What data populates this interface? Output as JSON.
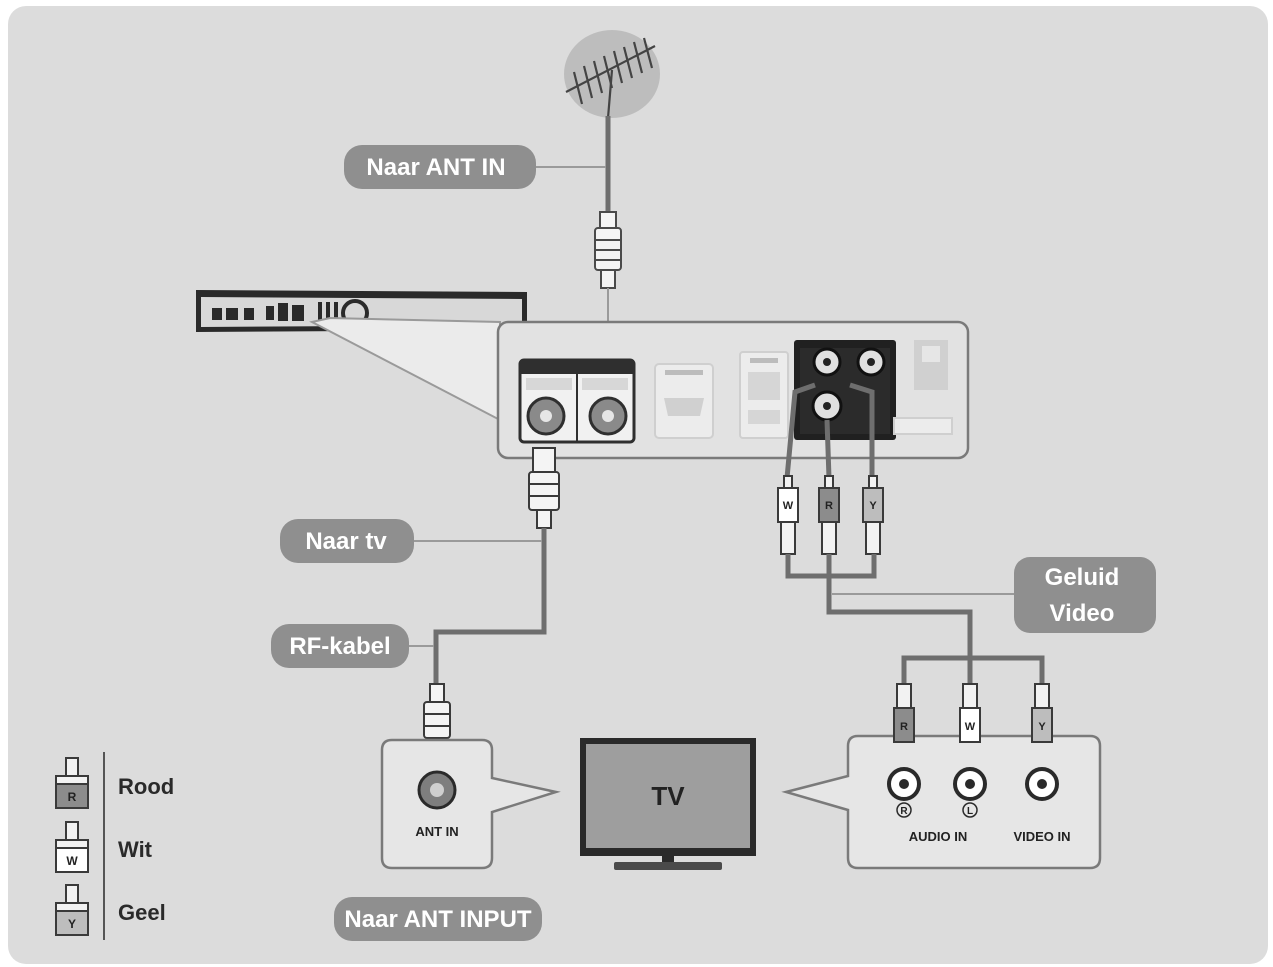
{
  "labels": {
    "ant_in": "Naar ANT IN",
    "to_tv": "Naar tv",
    "rf_cable": "RF-kabel",
    "sound_video_1": "Geluid",
    "sound_video_2": "Video",
    "ant_input": "Naar ANT INPUT"
  },
  "tv": {
    "screen_label": "TV",
    "ant_in_label": "ANT IN",
    "audio_in_label": "AUDIO IN",
    "video_in_label": "VIDEO IN",
    "audio_r_mark": "R",
    "audio_l_mark": "L"
  },
  "plugs": {
    "w": "W",
    "r": "R",
    "y": "Y"
  },
  "legend": [
    {
      "code": "R",
      "name": "Rood",
      "fill": "#8c8c8c"
    },
    {
      "code": "W",
      "name": "Wit",
      "fill": "#ffffff"
    },
    {
      "code": "Y",
      "name": "Geel",
      "fill": "#bdbdbd"
    }
  ],
  "colors": {
    "background": "#dcdcdc",
    "label_pill": "#8f8f8f",
    "cable": "#6e6e6e"
  }
}
